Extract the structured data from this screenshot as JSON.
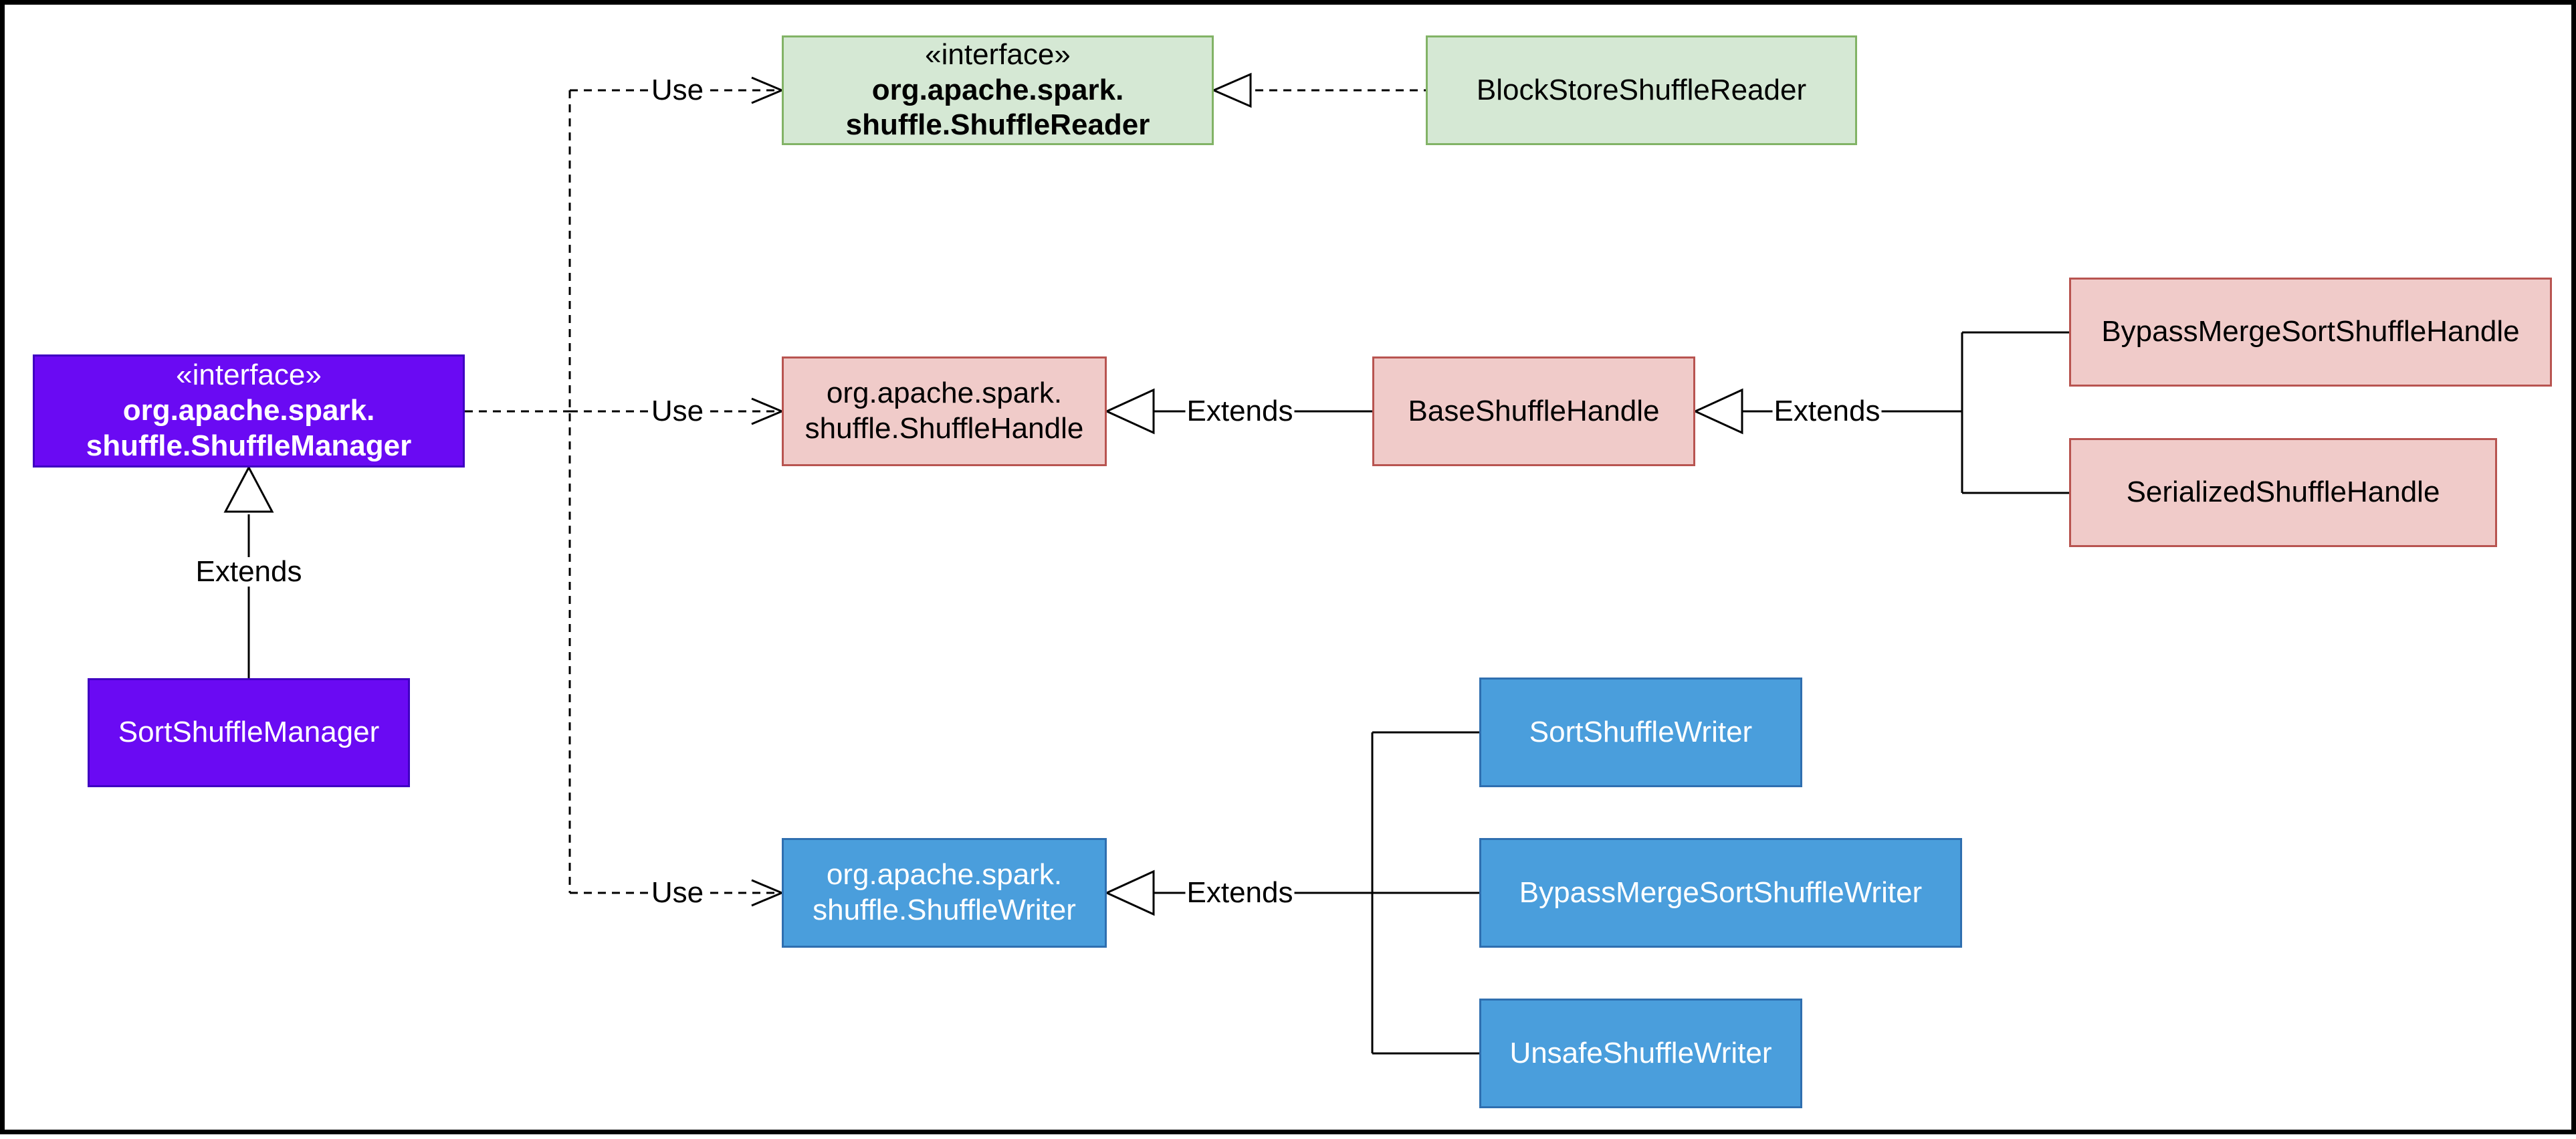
{
  "nodes": {
    "shuffle_manager": {
      "stereotype": "«interface»",
      "line1": "org.apache.spark.",
      "line2": "shuffle.ShuffleManager"
    },
    "sort_shuffle_manager": {
      "line1": "SortShuffleManager"
    },
    "shuffle_reader": {
      "stereotype": "«interface»",
      "line1": "org.apache.spark.",
      "line2": "shuffle.ShuffleReader"
    },
    "block_store_shuffle_reader": {
      "line1": "BlockStoreShuffleReader"
    },
    "shuffle_handle": {
      "line1": "org.apache.spark.",
      "line2": "shuffle.ShuffleHandle"
    },
    "base_shuffle_handle": {
      "line1": "BaseShuffleHandle"
    },
    "bypass_merge_sort_shuffle_handle": {
      "line1": "BypassMergeSortShuffleHandle"
    },
    "serialized_shuffle_handle": {
      "line1": "SerializedShuffleHandle"
    },
    "shuffle_writer": {
      "line1": "org.apache.spark.",
      "line2": "shuffle.ShuffleWriter"
    },
    "sort_shuffle_writer": {
      "line1": "SortShuffleWriter"
    },
    "bypass_merge_sort_shuffle_writer": {
      "line1": "BypassMergeSortShuffleWriter"
    },
    "unsafe_shuffle_writer": {
      "line1": "UnsafeShuffleWriter"
    }
  },
  "edge_labels": {
    "use_reader": "Use",
    "use_handle": "Use",
    "use_writer": "Use",
    "extends_manager": "Extends",
    "extends_handle": "Extends",
    "extends_base_handle": "Extends",
    "extends_writer": "Extends"
  },
  "colors": {
    "interface_manager": "#6a0af3",
    "reader": "#d5e8d4",
    "handle": "#f0cbc9",
    "writer": "#4a9edc"
  }
}
